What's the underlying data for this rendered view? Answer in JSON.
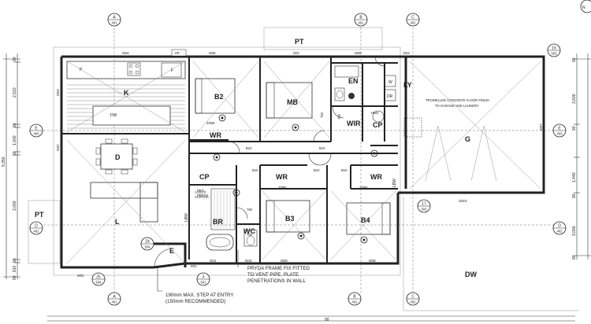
{
  "rooms": {
    "pantry": "P",
    "fridge": "F",
    "kitchen": "K",
    "dishwasher": "DW",
    "dining": "D",
    "living": "L",
    "bed2": "B2",
    "master_bed": "MB",
    "ensuite": "EN",
    "washer": "W",
    "dryer": "DR",
    "laundry": "LY",
    "hwc": "HWC",
    "cupboard_laundry": "CP",
    "wir": "WIR",
    "wr_b2": "WR",
    "cupboard_hall": "CP",
    "wr_b3": "WR",
    "wr_b4": "WR",
    "bed3": "B3",
    "bed4": "B4",
    "bathroom": "BR",
    "wc": "WC",
    "garage": "G",
    "entry": "E",
    "driveway": "DW",
    "porch_top": "PT",
    "porch_left": "PT"
  },
  "openings": {
    "w04": "W04",
    "hp": "HP",
    "w05": "W05",
    "d03": "D03",
    "w06": "W06",
    "d04": "D04",
    "w03": "W03",
    "w02": "W02",
    "w01": "W01",
    "d01": "D01",
    "w11": "W11",
    "w10": "W10",
    "w09": "W09",
    "w08": "W08",
    "w07": "W07",
    "gd01": "GD01",
    "lbw": "LBW",
    "lbw2": "LBW"
  },
  "door_sizes": {
    "b10_a": "B10",
    "b10_b": "B10",
    "b10_c": "B10",
    "b10_d": "B10",
    "b10_e": "B10",
    "p760_a": "760",
    "p760_b": "760",
    "p760_c": "760",
    "p760_d": "760"
  },
  "robe_sizes": {
    "b2": "2/926",
    "b3": "2/880",
    "b4": "2/880"
  },
  "section_markers": {
    "a_top": {
      "letter": "A",
      "sheet": "401"
    },
    "b_top": {
      "letter": "B",
      "sheet": "401"
    },
    "c_top": {
      "letter": "C",
      "sheet": "402"
    },
    "a_bot": {
      "letter": "A",
      "sheet": "401"
    },
    "b_bot": {
      "letter": "B",
      "sheet": "401"
    },
    "c_bot": {
      "letter": "C",
      "sheet": "402"
    },
    "e_left": {
      "letter": "E",
      "sheet": "403"
    },
    "e_right": {
      "letter": "E",
      "sheet": "403"
    },
    "d_left": {
      "letter": "D",
      "sheet": "402"
    },
    "d_right": {
      "letter": "D",
      "sheet": "402"
    }
  },
  "detail_markers": {
    "d16": {
      "num": "16",
      "sheet": "503"
    },
    "d17": {
      "num": "17",
      "sheet": "503"
    },
    "d24": {
      "num": "24",
      "sheet": "504"
    },
    "d25": {
      "num": "25",
      "sheet": "504"
    },
    "d3": {
      "num": "3",
      "sheet": "501"
    }
  },
  "dimensions": {
    "left": [
      "90",
      "2,910",
      "90",
      "1,000",
      "90",
      "9,350",
      "3,000",
      "90",
      "810",
      "90"
    ],
    "right": [
      "90",
      "3,600",
      "90",
      "1,440",
      "90",
      "3,000",
      "90"
    ],
    "bottom": "90"
  },
  "notes": {
    "garage_floor": [
      "TROWELLED CONCRETE FLOOR FINISH",
      "TO GARAGE AND LAUNDRY"
    ],
    "pryda": [
      "PRYDA FRAME FIX FITTED",
      "TO VENT PIPE, PLATE",
      "PENETRATIONS IN WALL"
    ],
    "entry_step": [
      "190mm MAX. STEP AT ENTRY",
      "(150mm RECOMMENDED)"
    ],
    "shower_spec": [
      "1.0X1.0",
      "ACRYLIC"
    ],
    "cp_spec": [
      "PRO.",
      "PRESS"
    ]
  },
  "porch_label": "PT",
  "north_arrow": "N"
}
